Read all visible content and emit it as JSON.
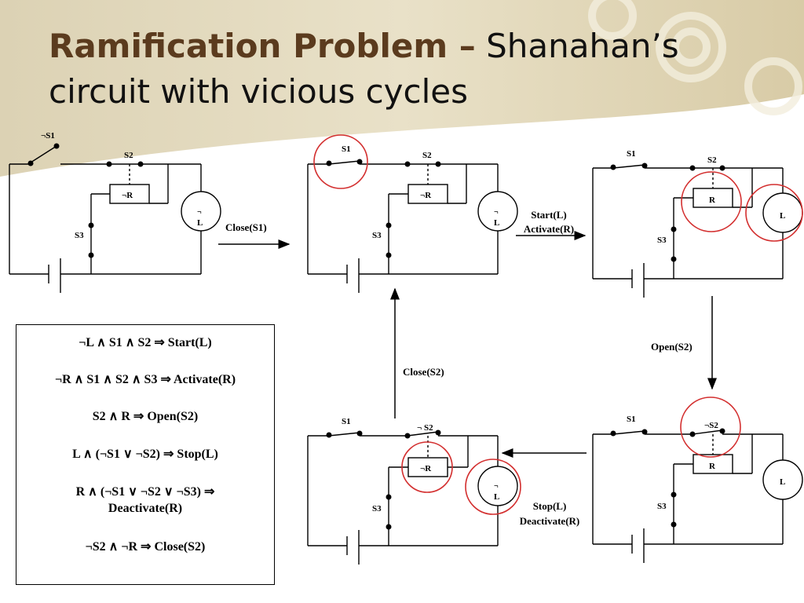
{
  "slide": {
    "title_part1": "Ramification Problem –",
    "title_part2": " Shanahan’s",
    "title_line2": "circuit with vicious cycles"
  },
  "labels": {
    "s1": "S1",
    "not_s1": "¬S1",
    "s2": "S2",
    "not_s2": "¬S2",
    "not_s2_spaced": "¬ S2",
    "s3": "S3",
    "r": "R",
    "not_r": "¬R",
    "l": "L",
    "not_sign": "¬"
  },
  "transitions": {
    "close_s1": "Close(S1)",
    "start_l": "Start(L)",
    "activate_r": "Activate(R)",
    "open_s2": "Open(S2)",
    "stop_l": "Stop(L)",
    "deactivate_r": "Deactivate(R)",
    "close_s2": "Close(S2)"
  },
  "rules": [
    "¬L ∧ S1 ∧ S2 ⇒ Start(L)",
    "¬R ∧ S1 ∧ S2 ∧ S3 ⇒ Activate(R)",
    "S2 ∧ R ⇒ Open(S2)",
    "L ∧ (¬S1 ∨ ¬S2) ⇒ Stop(L)",
    "R ∧ (¬S1 ∨ ¬S2 ∨ ¬S3) ⇒",
    "Deactivate(R)",
    "¬S2 ∧ ¬R ⇒ Close(S2)"
  ],
  "colors": {
    "title_accent": "#5b3b1e",
    "highlight_circle": "#d32f2f",
    "background_band": "#e6dcc2"
  }
}
